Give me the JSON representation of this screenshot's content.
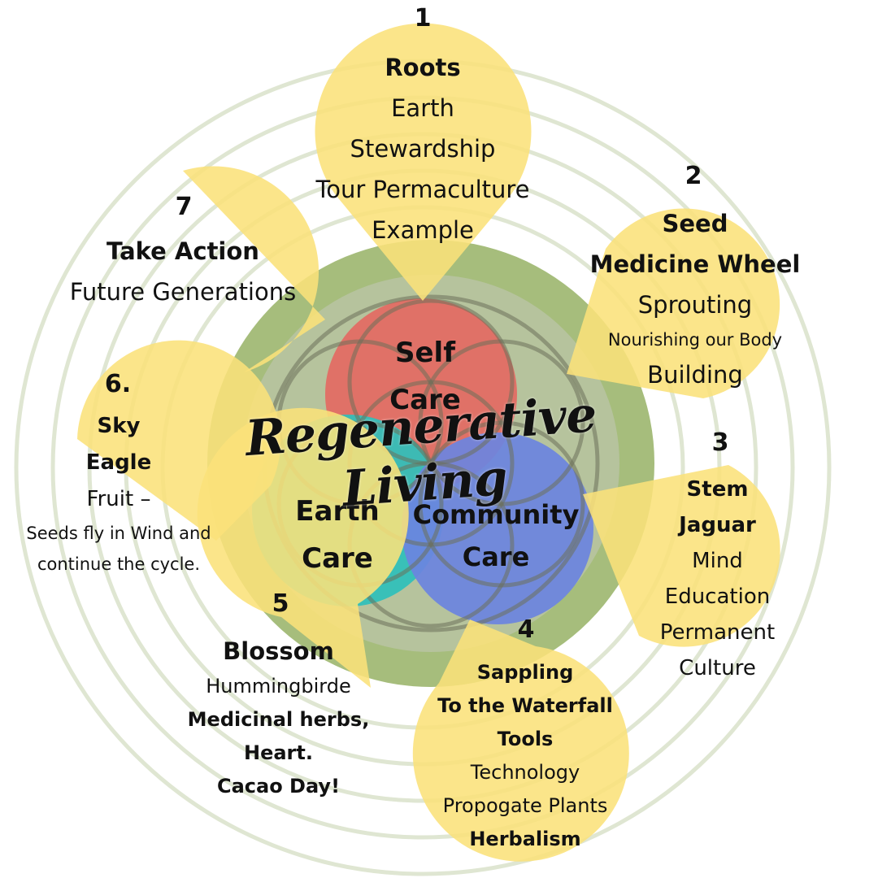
{
  "title": "Regenerative Living",
  "center": {
    "self_care": [
      "Self",
      "Care"
    ],
    "earth_care": [
      "Earth",
      "Care"
    ],
    "community_care": [
      "Community",
      "Care"
    ]
  },
  "petals": {
    "roots": {
      "number": "1",
      "name": "Roots",
      "lines": [
        "Earth",
        "Stewardship",
        "Tour Permaculture",
        "Example"
      ]
    },
    "seed": {
      "number": "2",
      "name_lines": [
        "Seed",
        "Medicine Wheel"
      ],
      "lines": [
        "Sprouting",
        "Nourishing our Body",
        "Building"
      ]
    },
    "stem": {
      "number": "3",
      "bold_lines": [
        "Stem",
        "Jaguar"
      ],
      "lines": [
        "Mind",
        "Education",
        "Permanent",
        "Culture"
      ]
    },
    "sapling": {
      "number": "4",
      "bold_lines": [
        "Sappling",
        "To the Waterfall",
        "Tools"
      ],
      "lines": [
        "Technology",
        "Propogate Plants"
      ],
      "last_bold": "Herbalism"
    },
    "blossom": {
      "number": "5",
      "name": "Blossom",
      "lines": [
        "Hummingbirde"
      ],
      "bold_lines": [
        "Medicinal herbs,",
        "Heart.",
        "Cacao Day!"
      ]
    },
    "sky": {
      "number": "6.",
      "bold_lines": [
        "Sky",
        "Eagle"
      ],
      "lines": [
        "Fruit –",
        "Seeds fly in Wind and",
        "continue the cycle."
      ]
    },
    "action": {
      "number": "7",
      "name": "Take Action",
      "lines": [
        "Future Generations"
      ]
    }
  },
  "colors": {
    "ring": "#dfe6d2",
    "outer_green": "#a6bd7c",
    "inner_green": "#b6c39d",
    "petal_yellow": "#fbe17a",
    "self_care_red": "#e46a63",
    "earth_care_teal": "#2fc0bb",
    "community_care_blue": "#6b84df",
    "flower_of_life": "#6b7059"
  }
}
